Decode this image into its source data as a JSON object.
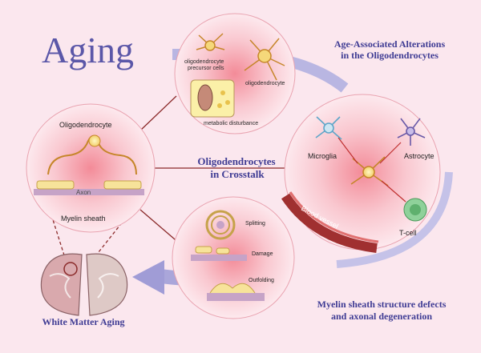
{
  "title": "Aging",
  "section_titles": {
    "age_associated": [
      "Age-Associated Alterations",
      "in the Oligodendrocytes"
    ],
    "crosstalk": [
      "Oligodendrocytes",
      "in Crosstalk"
    ],
    "myelin_defects": [
      "Myelin sheath structure defects",
      "and axonal degeneration"
    ],
    "white_matter": "White Matter Aging"
  },
  "top_circle": {
    "opc_label": [
      "oligodendrocyte",
      "precursor cells"
    ],
    "oligo_label": "oligodendrocyte",
    "metabolic_label": "metabolic disturbance"
  },
  "left_circle": {
    "oligo_label": "Oligodendrocyte",
    "axon_label": "Axon",
    "myelin_label": "Myelin sheath"
  },
  "right_circle": {
    "microglia": "Microglia",
    "astrocyte": "Astrocyte",
    "blood_vessel": "Blood vessel",
    "tcell": "T-cell"
  },
  "bottom_circle": {
    "splitting": "Splitting",
    "damage": "Damage",
    "outfolding": "Outfolding"
  },
  "colors": {
    "title": "#5b57a8",
    "heading": "#3f3c94",
    "arrow": "#b7b4e0",
    "link_line": "#8b2a2a"
  }
}
